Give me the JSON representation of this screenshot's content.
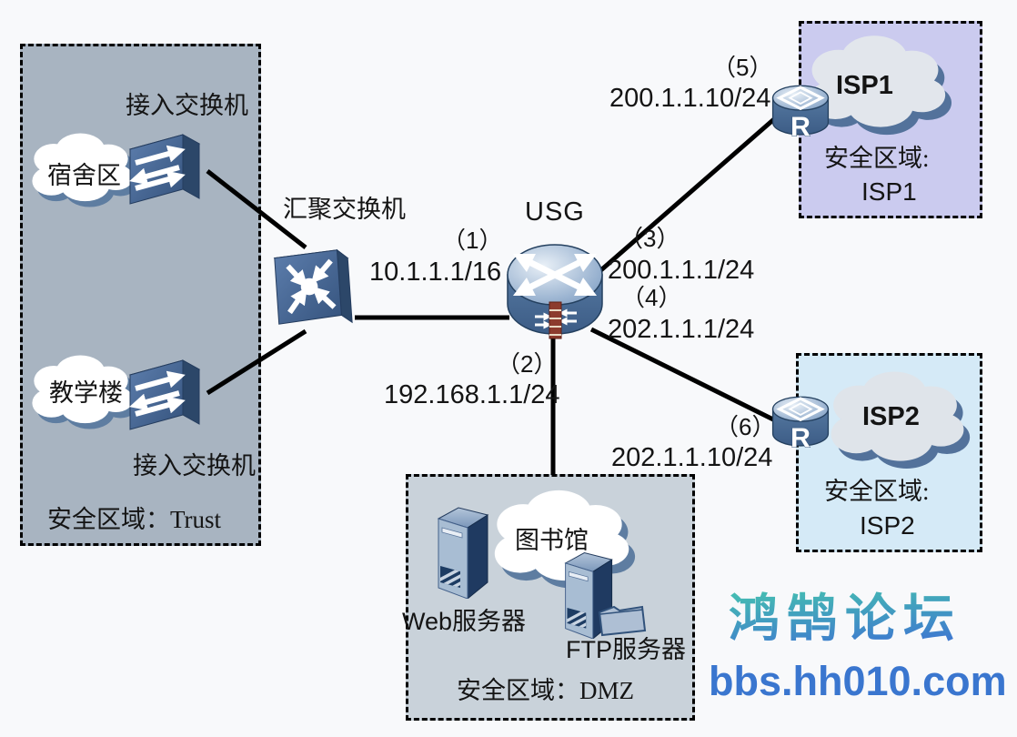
{
  "diagram": {
    "core": {
      "usg_label": "USG",
      "aggregation_switch_label": "汇聚交换机",
      "router_letter": "R"
    },
    "links": [
      {
        "num": "（1）",
        "ip": "10.1.1.1/16"
      },
      {
        "num": "（2）",
        "ip": "192.168.1.1/24"
      },
      {
        "num": "（3）",
        "ip": "200.1.1.1/24"
      },
      {
        "num": "（4）",
        "ip": "202.1.1.1/24"
      },
      {
        "num": "（5）",
        "ip": "200.1.1.10/24"
      },
      {
        "num": "（6）",
        "ip": "202.1.1.10/24"
      }
    ],
    "zones": {
      "trust": {
        "fill": "#a8b4c1",
        "label": "安全区域：Trust",
        "cloud_top": "宿舍区",
        "cloud_bottom": "教学楼",
        "access_switch_top": "接入交换机",
        "access_switch_bottom": "接入交换机"
      },
      "isp1": {
        "fill": "#cbcbef",
        "cloud": "ISP1",
        "label_line1": "安全区域:",
        "label_line2": "ISP1"
      },
      "isp2": {
        "fill": "#d5eaf7",
        "cloud": "ISP2",
        "label_line1": "安全区域:",
        "label_line2": "ISP2"
      },
      "dmz": {
        "fill": "#c9d2da",
        "cloud": "图书馆",
        "web_server_label": "Web服务器",
        "ftp_server_label": "FTP服务器",
        "label": "安全区域：DMZ"
      }
    },
    "watermark": {
      "title": "鸿鹄论坛",
      "url": "bbs.hh010.com",
      "gradient_top": "#45bdb2",
      "gradient_bottom": "#3e77d0",
      "url_color": "#3a76cf"
    }
  }
}
